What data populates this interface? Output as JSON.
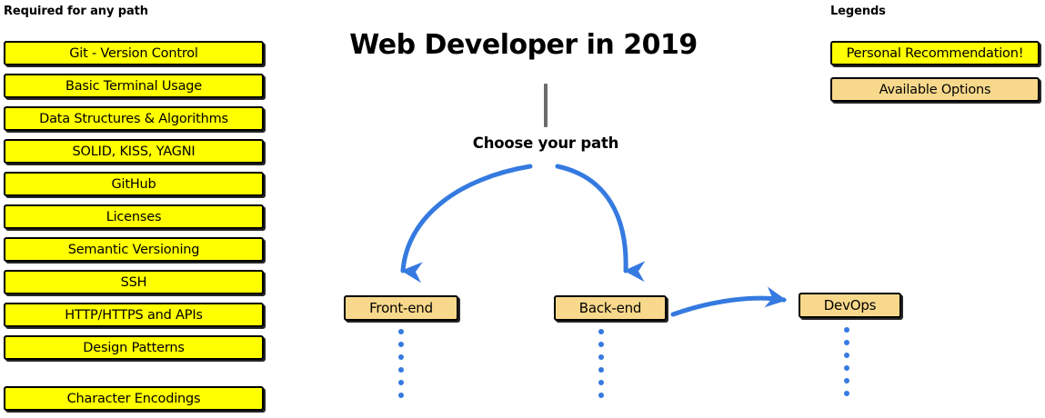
{
  "colors": {
    "recommendation_yellow": "#FFFF00",
    "available_tan": "#F8D98C",
    "arrow_blue": "#357AE0",
    "trunk_gray": "#6B6B6B",
    "outline_black": "#000000"
  },
  "title": "Web Developer in 2019",
  "choose_path_label": "Choose your path",
  "required": {
    "heading": "Required for any path",
    "items": [
      "Git - Version Control",
      "Basic Terminal Usage",
      "Data Structures & Algorithms",
      "SOLID, KISS, YAGNI",
      "GitHub",
      "Licenses",
      "Semantic Versioning",
      "SSH",
      "HTTP/HTTPS and APIs",
      "Design Patterns",
      "Character Encodings"
    ]
  },
  "legends": {
    "heading": "Legends",
    "items": [
      {
        "label": "Personal Recommendation!",
        "style": "yellow"
      },
      {
        "label": "Available Options",
        "style": "tan"
      }
    ]
  },
  "paths": [
    {
      "label": "Front-end",
      "style": "tan",
      "dots": 6
    },
    {
      "label": "Back-end",
      "style": "tan",
      "dots": 6
    },
    {
      "label": "DevOps",
      "style": "tan",
      "dots": 6
    }
  ],
  "connectors": [
    {
      "name": "trunk-to-choose",
      "kind": "line",
      "color": "#6B6B6B"
    },
    {
      "name": "choose-to-front-end",
      "kind": "curved-arrow",
      "color": "#357AE0"
    },
    {
      "name": "choose-to-back-end",
      "kind": "curved-arrow",
      "color": "#357AE0"
    },
    {
      "name": "back-end-to-devops",
      "kind": "curved-arrow",
      "color": "#357AE0"
    }
  ]
}
